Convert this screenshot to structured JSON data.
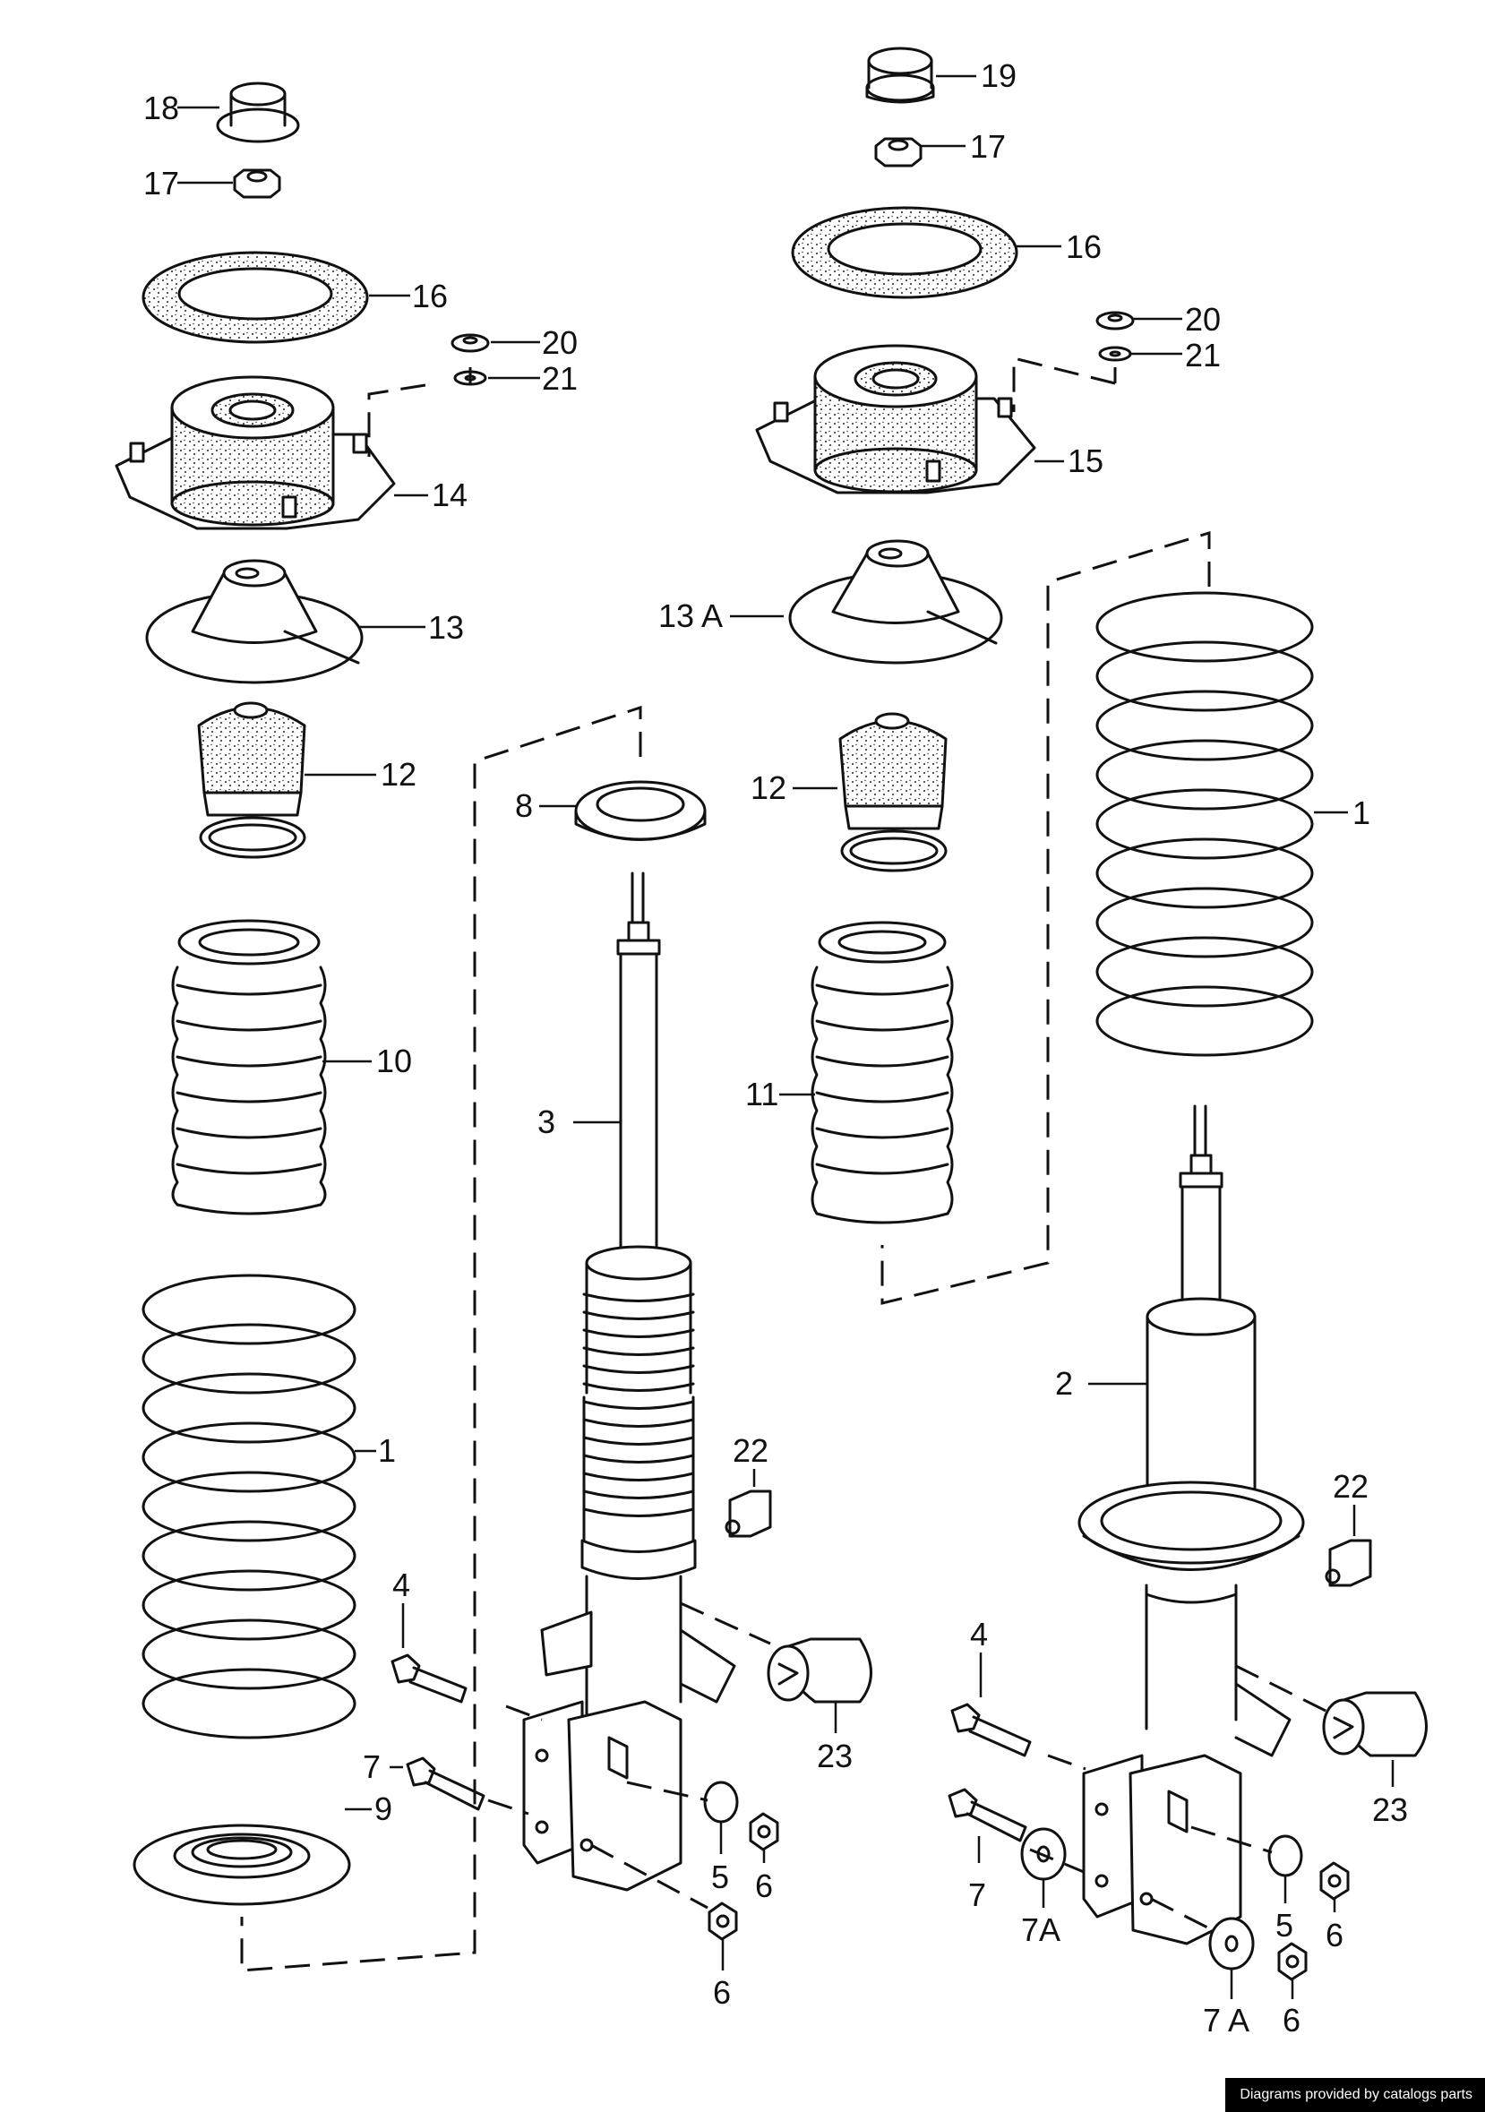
{
  "labels": {
    "l_18": "18",
    "l_17a": "17",
    "l_16a": "16",
    "l_20a": "20",
    "l_21a": "21",
    "l_14": "14",
    "l_13": "13",
    "l_12a": "12",
    "l_10": "10",
    "l_1a": "1",
    "l_9": "9",
    "l_19": "19",
    "l_17b": "17",
    "l_16b": "16",
    "l_20b": "20",
    "l_21b": "21",
    "l_15": "15",
    "l_13A": "13 A",
    "l_12b": "12",
    "l_8": "8",
    "l_1b": "1",
    "l_3": "3",
    "l_11": "11",
    "l_2": "2",
    "l_22a": "22",
    "l_22b": "22",
    "l_4a": "4",
    "l_4b": "4",
    "l_7a": "7",
    "l_7b": "7",
    "l_23a": "23",
    "l_23b": "23",
    "l_5a": "5",
    "l_5b": "5",
    "l_6a": "6",
    "l_6b": "6",
    "l_6c": "6",
    "l_6d": "6",
    "l_7Aa": "7A",
    "l_7Ab": "7 A"
  },
  "credit": "Diagrams provided by catalogs parts"
}
